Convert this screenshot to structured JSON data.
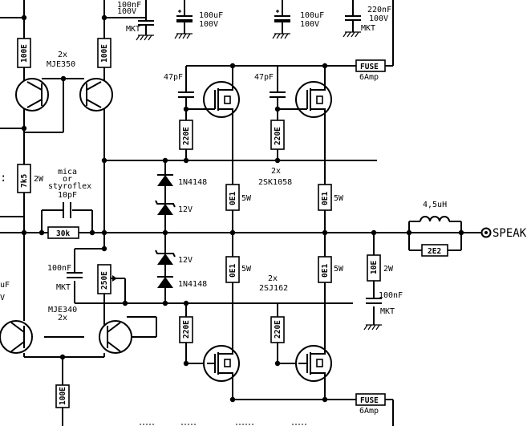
{
  "components": {
    "c_top_left_value": "100nF",
    "c_top_left_voltage": "100V",
    "c_top_left_type": "MKT",
    "c_top_elec1_value": "100uF",
    "c_top_elec1_voltage": "100V",
    "c_top_elec2_value": "100uF",
    "c_top_elec2_voltage": "100V",
    "c_top_right_value": "220nF",
    "c_top_right_voltage": "100V",
    "c_top_right_type": "MKT",
    "r_top_left": "100E",
    "r_top_mid": "100E",
    "q_top_count": "2x",
    "q_top_type": "MJE350",
    "fuse_top_label": "FUSE",
    "fuse_top_rating": "6Amp",
    "c_gate1": "47pF",
    "c_gate2": "47pF",
    "r_gate1_top": "220E",
    "r_gate2_top": "220E",
    "r_7k5": "7k5",
    "r_7k5_power": "2W",
    "mica_line1": "mica",
    "mica_line2": "or",
    "mica_line3": "styroflex",
    "mica_value": "10pF",
    "r_30k": "30k",
    "d_top": "1N4148",
    "z_top": "12V",
    "z_bottom": "12V",
    "d_bottom": "1N4148",
    "mosfet_top_count": "2x",
    "mosfet_top_type": "2SK1058",
    "r_src1_top": "0E1",
    "r_src1_top_power": "5W",
    "r_src2_top": "0E1",
    "r_src2_top_power": "5W",
    "r_src1_bot": "0E1",
    "r_src1_bot_power": "5W",
    "r_src2_bot": "0E1",
    "r_src2_bot_power": "5W",
    "inductor": "4,5uH",
    "r_2e2": "2E2",
    "speaker_label": "SPEAK",
    "r_10e": "10E",
    "r_10e_power": "2W",
    "c_zobel_value": "100nF",
    "c_zobel_type": "MKT",
    "c_mid_value": "100nF",
    "c_mid_type": "MKT",
    "trim_250e": "250E",
    "c_left_value": "uF",
    "c_left_voltage": "V",
    "mosfet_bot_count": "2x",
    "mosfet_bot_type": "2SJ162",
    "q_bot_count": "2x",
    "q_bot_type": "MJE340",
    "r_gate1_bot": "220E",
    "r_gate2_bot": "220E",
    "r_bottom": "100E",
    "fuse_bot_label": "FUSE",
    "fuse_bot_rating": "6Amp"
  }
}
